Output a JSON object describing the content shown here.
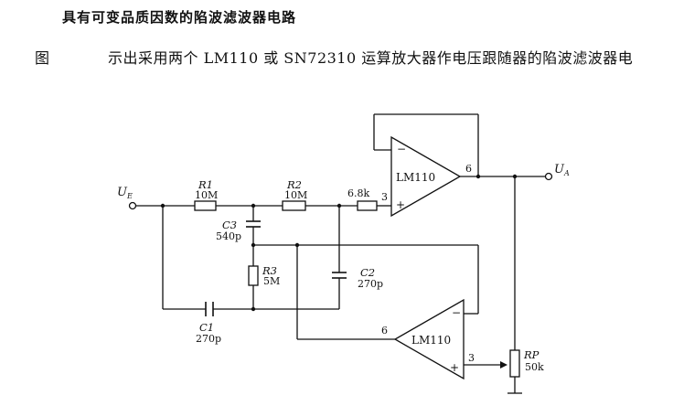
{
  "title": "具有可变品质因数的陷波滤波器电路",
  "figure_label": "图",
  "caption": "示出采用两个 LM110 或 SN72310 运算放大器作电压跟随器的陷波滤波器电",
  "input_label": "U",
  "input_sub": "E",
  "output_label": "U",
  "output_sub": "A",
  "op_amps": [
    {
      "name": "LM110",
      "minus": "−",
      "plus": "+",
      "out_pin": "6",
      "in_pin": "3"
    },
    {
      "name": "LM110",
      "minus": "−",
      "plus": "+",
      "out_pin": "6",
      "in_pin": "3"
    }
  ],
  "components": {
    "R1": {
      "name": "R1",
      "value": "10M"
    },
    "R2": {
      "name": "R2",
      "value": "10M"
    },
    "R_in": {
      "value": "6.8k"
    },
    "R3": {
      "name": "R3",
      "value": "5M"
    },
    "C1": {
      "name": "C1",
      "value": "270p"
    },
    "C2": {
      "name": "C2",
      "value": "270p"
    },
    "C3": {
      "name": "C3",
      "value": "540p"
    },
    "RP": {
      "name": "RP",
      "value": "50k"
    }
  }
}
